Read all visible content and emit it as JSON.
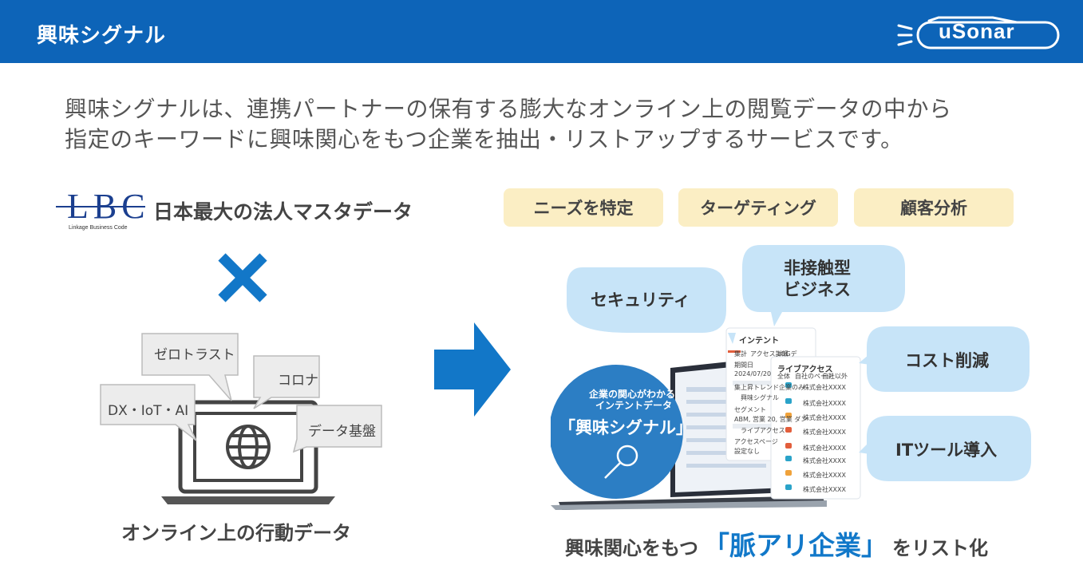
{
  "header": {
    "title": "興味シグナル",
    "logo_text": "uSonar"
  },
  "intro": {
    "line1": "興味シグナルは、連携パートナーの保有する膨大なオンライン上の閲覧データの中から",
    "line2": "指定のキーワードに興味関心をもつ企業を抽出・リストアップするサービスです。"
  },
  "left": {
    "lbc_logo_text": "LBC",
    "lbc_logo_sub": "Linkage Business Code",
    "lbc_label": "日本最大の法人マスタデータ",
    "bubbles": [
      "ゼロトラスト",
      "コロナ",
      "DX・IoT・AI",
      "データ基盤"
    ],
    "caption": "オンライン上の行動データ"
  },
  "right": {
    "pills": [
      "ニーズを特定",
      "ターゲティング",
      "顧客分析"
    ],
    "clouds": {
      "security": "セキュリティ",
      "contactless_line1": "非接触型",
      "contactless_line2": "ビジネス",
      "cost": "コスト削減",
      "it": "ITツール導入"
    },
    "circle": {
      "line1": "企業の関心がわかる",
      "line2": "インテントデータ",
      "title": "「興味シグナル」"
    },
    "ui": {
      "panel1_title": "インテント",
      "panel1_items": [
        "集計",
        "アクセス詳細",
        "LOGデ",
        "期間日",
        "2024/07/20",
        "集上昇トレンド企業のみ",
        "興味シグナル",
        "セグメント",
        "ABM, 営業 20, 営業 ダン",
        "ライブアクセス",
        "アクセスページ",
        "設定なし"
      ],
      "panel2_title": "ライブアクセス",
      "panel2_tabs": [
        "全体",
        "自社のページ",
        "自社以外"
      ],
      "companies": [
        "株式会社XXXX",
        "株式会社XXXX",
        "株式会社XXXX",
        "株式会社XXXX",
        "株式会社XXXX",
        "株式会社XXXX",
        "株式会社XXXX",
        "株式会社XXXX"
      ]
    },
    "caption": {
      "pre": "興味関心をもつ",
      "highlight": "「脈アリ企業」",
      "post": "をリスト化"
    }
  },
  "colors": {
    "brand_blue": "#0d64b8",
    "arrow_blue": "#1277c8",
    "cloud_blue": "#c7e4f8",
    "pill_yellow": "#fbeec4",
    "circle_blue": "#2c7ec4"
  }
}
